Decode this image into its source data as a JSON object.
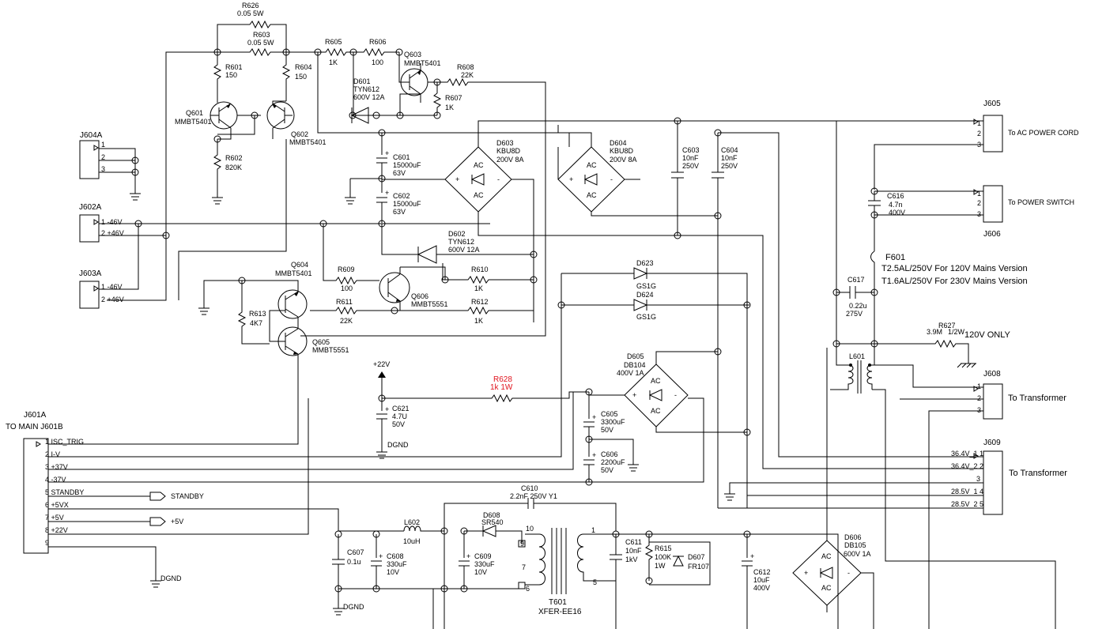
{
  "title": "",
  "colors": {
    "wire": "#000000",
    "highlight": "#e0141e",
    "background": "#ffffff"
  },
  "components": {
    "R626": {
      "ref": "R626",
      "value": "0.05   5W"
    },
    "R603": {
      "ref": "R603",
      "value": "0.05   5W"
    },
    "R605": {
      "ref": "R605",
      "value": "1K"
    },
    "R606": {
      "ref": "R606",
      "value": "100"
    },
    "Q603": {
      "ref": "Q603",
      "value": "MMBT5401"
    },
    "R608": {
      "ref": "R608",
      "value": "22K"
    },
    "R607": {
      "ref": "R607",
      "value": "1K"
    },
    "R601": {
      "ref": "R601",
      "value": "150"
    },
    "R604": {
      "ref": "R604",
      "value": "150"
    },
    "D601": {
      "ref": "D601",
      "value": "TYN612",
      "value2": "600V 12A"
    },
    "Q601": {
      "ref": "Q601",
      "value": "MMBT5401"
    },
    "Q602": {
      "ref": "Q602",
      "value": "MMBT5401"
    },
    "R602": {
      "ref": "R602",
      "value": "820K"
    },
    "C601": {
      "ref": "C601",
      "value": "15000uF",
      "value2": "63V"
    },
    "C602": {
      "ref": "C602",
      "value": "15000uF",
      "value2": "63V"
    },
    "D603": {
      "ref": "D603",
      "value": "KBU8D",
      "value2": "200V 8A"
    },
    "D604": {
      "ref": "D604",
      "value": "KBU8D",
      "value2": "200V 8A"
    },
    "C603": {
      "ref": "C603",
      "value": "10nF",
      "value2": "250V"
    },
    "C604": {
      "ref": "C604",
      "value": "10nF",
      "value2": "250V"
    },
    "D602": {
      "ref": "D602",
      "value": "TYN612",
      "value2": "600V 12A"
    },
    "Q604": {
      "ref": "Q604",
      "value": "MMBT5401"
    },
    "R609": {
      "ref": "R609",
      "value": "100"
    },
    "R610": {
      "ref": "R610",
      "value": "1K"
    },
    "R611": {
      "ref": "R611",
      "value": "22K"
    },
    "R612": {
      "ref": "R612",
      "value": "1K"
    },
    "Q606": {
      "ref": "Q606",
      "value": "MMBT5551"
    },
    "R613": {
      "ref": "R613",
      "value": "4K7"
    },
    "Q605": {
      "ref": "Q605",
      "value": "MMBT5551"
    },
    "D623": {
      "ref": "D623",
      "value": "GS1G"
    },
    "D624": {
      "ref": "D624",
      "value": "GS1G"
    },
    "D605": {
      "ref": "D605",
      "value": "DB104",
      "value2": "400V 1A"
    },
    "R628": {
      "ref": "R628",
      "value": "1k  1W"
    },
    "C621": {
      "ref": "C621",
      "value": "4.7U",
      "value2": "50V"
    },
    "C605": {
      "ref": "C605",
      "value": "3300uF",
      "value2": "50V"
    },
    "C606": {
      "ref": "C606",
      "value": "2200uF",
      "value2": "50V"
    },
    "C616": {
      "ref": "C616",
      "value": "4.7n",
      "value2": "400V"
    },
    "F601": {
      "ref": "F601",
      "value": "T2.5AL/250V For 120V Mains Version",
      "value2": "T1.6AL/250V For 230V Mains Version"
    },
    "C617": {
      "ref": "C617",
      "value": "0.22u",
      "value2": "275V"
    },
    "R627": {
      "ref": "R627",
      "value": "3.9M",
      "value2": "1/2W"
    },
    "L601": {
      "ref": "L601"
    },
    "C610": {
      "ref": "C610",
      "value": "2.2nF   250V Y1"
    },
    "L602": {
      "ref": "L602",
      "value": "10uH"
    },
    "D608": {
      "ref": "D608",
      "value": "SR540"
    },
    "C607": {
      "ref": "C607",
      "value": "0.1u"
    },
    "C608": {
      "ref": "C608",
      "value": "330uF",
      "value2": "10V"
    },
    "C609": {
      "ref": "C609",
      "value": "330uF",
      "value2": "10V"
    },
    "T601": {
      "ref": "T601",
      "value": "XFER-EE16"
    },
    "C611": {
      "ref": "C611",
      "value": "10nF",
      "value2": "1kV"
    },
    "R615": {
      "ref": "R615",
      "value": "100K",
      "value2": "1W"
    },
    "D607": {
      "ref": "D607",
      "value": "FR107"
    },
    "C612": {
      "ref": "C612",
      "value": "10uF",
      "value2": "400V"
    },
    "D606": {
      "ref": "D606",
      "value": "DB105",
      "value2": "600V 1A"
    }
  },
  "connectors": {
    "J604A": {
      "ref": "J604A",
      "pins": [
        "1",
        "2",
        "3"
      ]
    },
    "J602A": {
      "ref": "J602A",
      "pins": [
        "1  -46V",
        "2  +46V"
      ]
    },
    "J603A": {
      "ref": "J603A",
      "pins": [
        "1  -46V",
        "2  +46V"
      ]
    },
    "J601A": {
      "ref": "J601A",
      "subtitle": "TO MAIN J601B",
      "pins": [
        "1 ISC_TRIG",
        "2 I-V",
        "3 +37V",
        "4 -37V",
        "5 STANDBY",
        "6 +5VX",
        "7 +5V",
        "8 +22V",
        "9"
      ]
    },
    "J605": {
      "ref": "J605",
      "desc": "To AC POWER CORD",
      "pins": [
        "1",
        "2",
        "3"
      ]
    },
    "J606": {
      "ref": "J606",
      "desc": "To POWER SWITCH",
      "pins": [
        "1",
        "2",
        "3"
      ]
    },
    "J608": {
      "ref": "J608",
      "desc": "To Transformer",
      "pins": [
        "1",
        "2",
        "3"
      ]
    },
    "J609": {
      "ref": "J609",
      "desc": "To Transformer",
      "pins": [
        "36.4V_1  1",
        "36.4V_2  2",
        "3",
        "28.5V_1  4",
        "28.5V_2  5"
      ]
    }
  },
  "labels": {
    "ac": "AC",
    "plus": "+",
    "minus": "-",
    "standby": "STANDBY",
    "plus5v": "+5V",
    "plus22v": "+22V",
    "dgnd": "DGND",
    "only120": "120V ONLY",
    "pin1": "1",
    "pin5": "5",
    "pin6": "6",
    "pin7": "7",
    "pin9": "9",
    "pin10": "10"
  }
}
